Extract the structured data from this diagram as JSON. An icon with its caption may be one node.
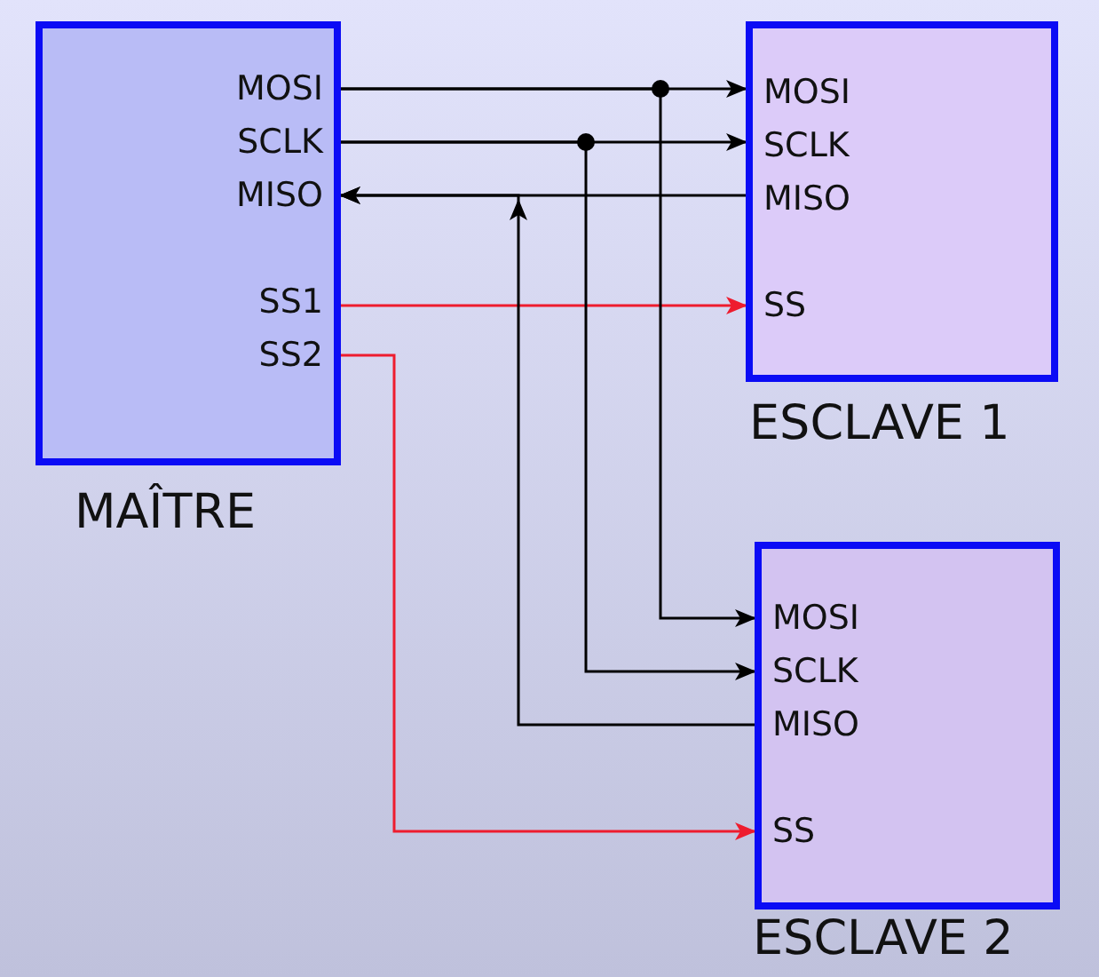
{
  "diagram": {
    "nodes": [
      {
        "text": [
          "MOSI",
          "SCLK",
          "MISO",
          "SS1",
          "SS2",
          "MAÎTRE"
        ]
      },
      {
        "text": [
          "MOSI",
          "SCLK",
          "MISO",
          "SS",
          "ESCLAVE 1"
        ]
      },
      {
        "text": [
          "MOSI",
          "SCLK",
          "MISO",
          "SS",
          "ESCLAVE 2"
        ]
      }
    ],
    "edges": [
      {
        "from": 0,
        "to": 1,
        "arrow": "to"
      },
      {
        "from": 0,
        "to": 1,
        "arrow": "to"
      },
      {
        "from": 1,
        "to": 0,
        "arrow": "to"
      },
      {
        "from": 0,
        "to": 1,
        "arrow": "to",
        "color": "#ee1c2e"
      },
      {
        "from": 0,
        "to": 2,
        "arrow": "to"
      },
      {
        "from": 0,
        "to": 2,
        "arrow": "to"
      },
      {
        "from": 2,
        "to": 0,
        "arrow": "to"
      },
      {
        "from": 0,
        "to": 2,
        "arrow": "to",
        "color": "#ee1c2e"
      }
    ]
  }
}
